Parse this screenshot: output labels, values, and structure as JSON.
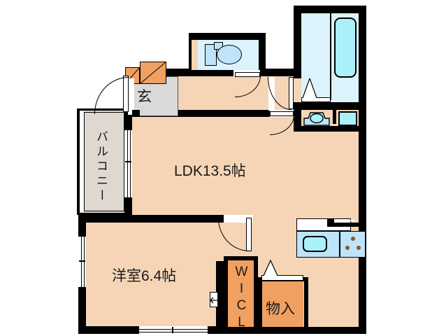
{
  "document": {
    "type": "floor-plan",
    "title": "1LDK apartment floor plan",
    "orientation": "plan-view"
  },
  "colors": {
    "wall": "#000000",
    "floor": "#F5D5B5",
    "balcony": "#DED8D0",
    "genkan": "#D9D9D9",
    "closet": "#F0A060",
    "water_room": "#DCF2FC",
    "bathtub": "#AAF0FA",
    "fixture": "#BDE4FA",
    "background": "#FFFFFF"
  },
  "rooms": [
    {
      "id": "ldk",
      "label": "LDK13.5帖",
      "name_romaji": "LDK",
      "area_jo": "13.5",
      "unit": "帖"
    },
    {
      "id": "bedroom",
      "label": "洋室6.4帖",
      "name_romaji": "Yoshitsu (Western room)",
      "area_jo": "6.4",
      "unit": "帖"
    },
    {
      "id": "balcony",
      "label": "バルコニー",
      "name_romaji": "Balcony"
    },
    {
      "id": "genkan",
      "label": "玄",
      "name_romaji": "Genkan (entrance)"
    },
    {
      "id": "wic",
      "label": "WICL",
      "name_romaji": "Walk-in closet"
    },
    {
      "id": "storage",
      "label": "物入",
      "name_romaji": "Monoire (storage)"
    }
  ],
  "fixtures": [
    {
      "id": "toilet",
      "name": "toilet-fixture"
    },
    {
      "id": "bathtub",
      "name": "bathtub-fixture"
    },
    {
      "id": "washbasin",
      "name": "washbasin-fixture"
    },
    {
      "id": "washer-space",
      "name": "washing-machine-space"
    },
    {
      "id": "kitchen-sink",
      "name": "kitchen-sink-fixture"
    },
    {
      "id": "stove",
      "name": "gas-stove-three-burner"
    },
    {
      "id": "shoe-cabinet",
      "name": "shoe-cabinet"
    }
  ],
  "openings": [
    {
      "id": "entrance-door",
      "name": "entrance-swing-door"
    },
    {
      "id": "toilet-door",
      "name": "toilet-swing-door"
    },
    {
      "id": "hall-door-upper",
      "name": "washroom-swing-door"
    },
    {
      "id": "hall-door-lower",
      "name": "ldk-hall-swing-door"
    },
    {
      "id": "bedroom-door",
      "name": "bedroom-swing-door"
    },
    {
      "id": "wic-door",
      "name": "wic-sliding-door"
    },
    {
      "id": "storage-door",
      "name": "storage-folding-door"
    },
    {
      "id": "balcony-sliding",
      "name": "balcony-sliding-glass-door"
    },
    {
      "id": "bedroom-window",
      "name": "bedroom-window"
    },
    {
      "id": "bath-window",
      "name": "bathroom-window"
    }
  ]
}
